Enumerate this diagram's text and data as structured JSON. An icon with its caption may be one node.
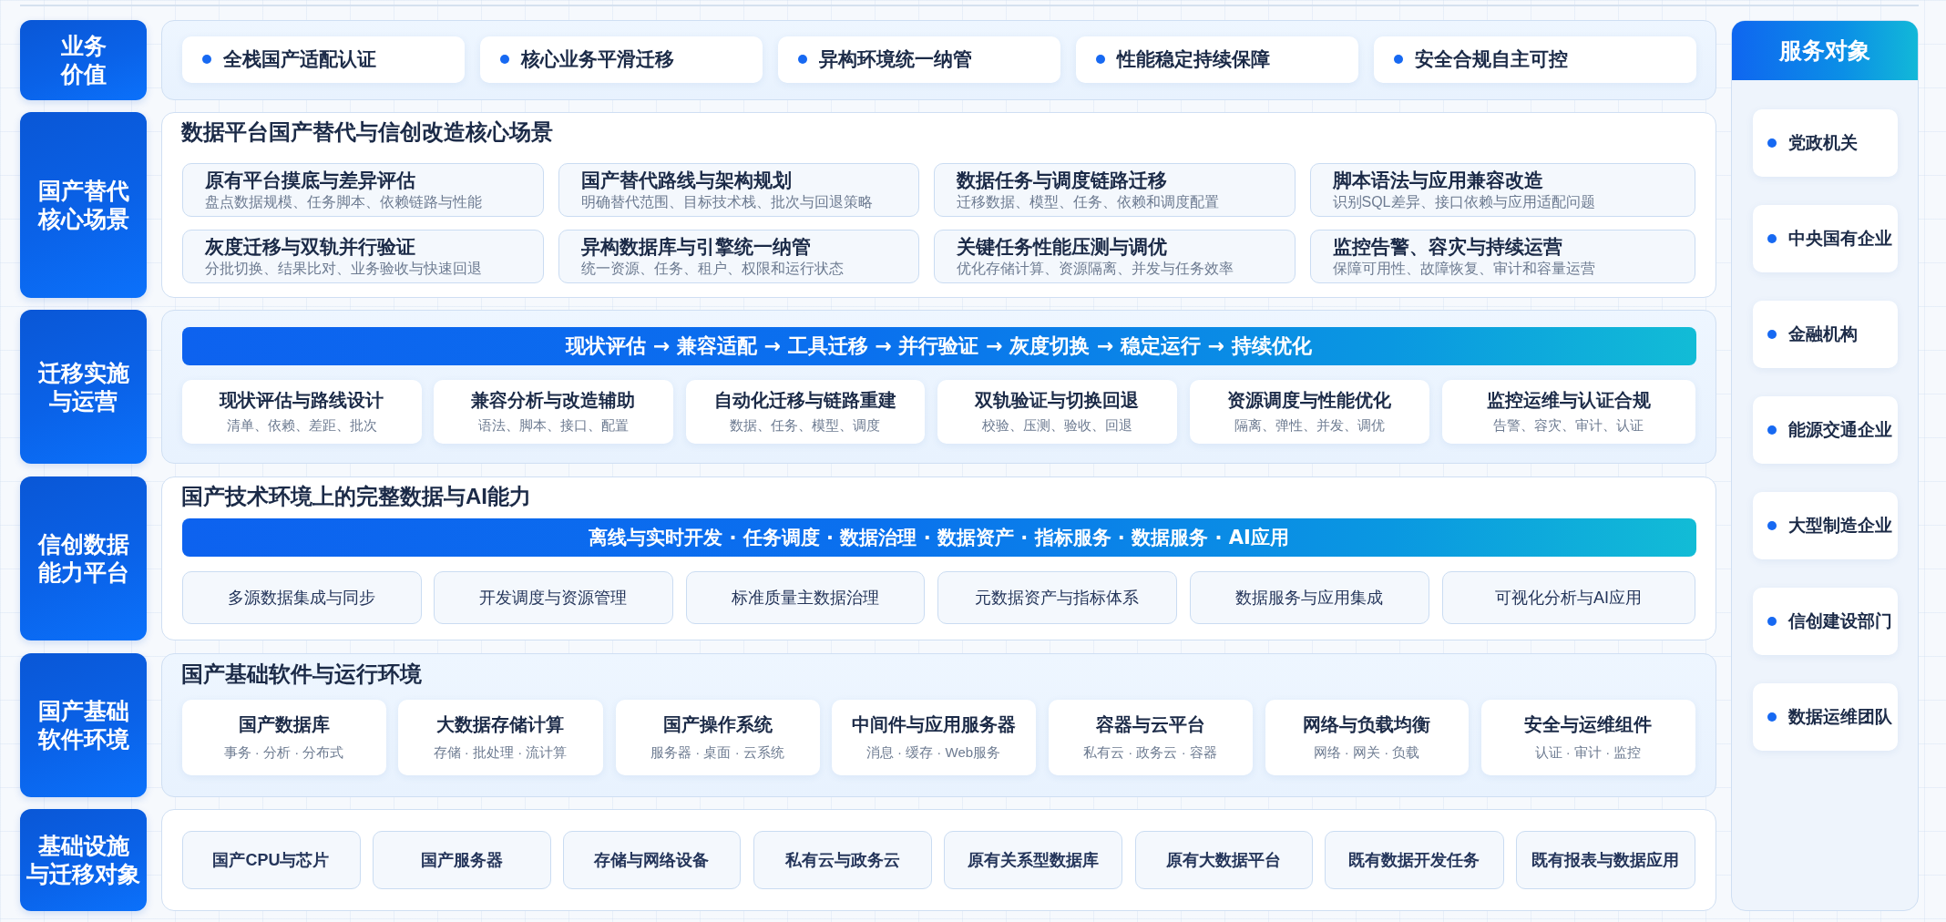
{
  "diagram": {
    "nodes": [
      {
        "text": [
          "业务价值"
        ]
      },
      {
        "text": [],
        "shape": "box"
      },
      {
        "text": [
          "全栈国产适配认证"
        ],
        "in": 1
      },
      {
        "text": [
          "核心业务平滑迁移"
        ],
        "in": 1
      },
      {
        "text": [
          "异构环境统一纳管"
        ],
        "in": 1
      },
      {
        "text": [
          "性能稳定持续保障"
        ],
        "in": 1
      },
      {
        "text": [
          "安全合规自主可控"
        ],
        "in": 1
      },
      {
        "text": [
          "国产替代核心场景"
        ]
      },
      {
        "text": [
          "数据平台国产替代与信创改造核心场景"
        ]
      },
      {
        "text": [
          "原有平台摸底与差异评估",
          "盘点数据规模、任务脚本、依赖链路与性能"
        ],
        "in": 8
      },
      {
        "text": [
          "国产替代路线与架构规划",
          "明确替代范围、目标技术栈、批次与回退策略"
        ],
        "in": 8
      },
      {
        "text": [
          "数据任务与调度链路迁移",
          "迁移数据、模型、任务、依赖和调度配置"
        ],
        "in": 8
      },
      {
        "text": [
          "脚本语法与应用兼容改造",
          "识别SQL差异、接口依赖与应用适配问题"
        ],
        "in": 8
      },
      {
        "text": [
          "灰度迁移与双轨并行验证",
          "分批切换、结果比对、业务验收与快速回退"
        ],
        "in": 8
      },
      {
        "text": [
          "异构数据库与引擎统一纳管",
          "统一资源、任务、租户、权限和运行状态"
        ],
        "in": 8
      },
      {
        "text": [
          "关键任务性能压测与调优",
          "优化存储计算、资源隔离、并发与任务效率"
        ],
        "in": 8
      },
      {
        "text": [
          "监控告警、容灾与持续运营",
          "保障可用性、故障恢复、审计和容量运营"
        ],
        "in": 8
      },
      {
        "text": [
          "迁移实施与运营"
        ]
      },
      {
        "text": [],
        "shape": "box"
      },
      {
        "text": [
          "现状评估 → 兼容适配 → 工具迁移 → 并行验证 → 灰度切换 → 稳定运行 → 持续优化"
        ],
        "in": 18
      },
      {
        "text": [
          "现状评估与路线设计",
          "清单、依赖、差距、批次"
        ],
        "in": 18
      },
      {
        "text": [
          "兼容分析与改造辅助",
          "语法、脚本、接口、配置"
        ],
        "in": 18
      },
      {
        "text": [
          "自动化迁移与链路重建",
          "数据、任务、模型、调度"
        ],
        "in": 18
      },
      {
        "text": [
          "双轨验证与切换回退",
          "校验、压测、验收、回退"
        ],
        "in": 18
      },
      {
        "text": [
          "资源调度与性能优化",
          "隔离、弹性、并发、调优"
        ],
        "in": 18
      },
      {
        "text": [
          "监控运维与认证合规",
          "告警、容灾、审计、认证"
        ],
        "in": 18
      },
      {
        "text": [
          "信创数据能力平台"
        ]
      },
      {
        "text": [
          "国产技术环境上的完整数据与AI能力"
        ]
      },
      {
        "text": [
          "离线与实时开发 · 任务调度 · 数据治理 · 数据资产 · 指标服务 · 数据服务 · AI应用"
        ],
        "in": 27
      },
      {
        "text": [
          "多源数据集成与同步"
        ],
        "in": 27
      },
      {
        "text": [
          "开发调度与资源管理"
        ],
        "in": 27
      },
      {
        "text": [
          "标准质量主数据治理"
        ],
        "in": 27
      },
      {
        "text": [
          "元数据资产与指标体系"
        ],
        "in": 27
      },
      {
        "text": [
          "数据服务与应用集成"
        ],
        "in": 27
      },
      {
        "text": [
          "可视化分析与AI应用"
        ],
        "in": 27
      },
      {
        "text": [
          "国产基础软件环境"
        ]
      },
      {
        "text": [
          "国产基础软件与运行环境"
        ]
      },
      {
        "text": [
          "国产数据库",
          "事务 · 分析 · 分布式"
        ],
        "in": 36
      },
      {
        "text": [
          "大数据存储计算",
          "存储 · 批处理 · 流计算"
        ],
        "in": 36
      },
      {
        "text": [
          "国产操作系统",
          "服务器 · 桌面 · 云系统"
        ],
        "in": 36
      },
      {
        "text": [
          "中间件与应用服务器",
          "消息 · 缓存 · Web服务"
        ],
        "in": 36
      },
      {
        "text": [
          "容器与云平台",
          "私有云 · 政务云 · 容器"
        ],
        "in": 36
      },
      {
        "text": [
          "网络与负载均衡",
          "网络 · 网关 · 负载"
        ],
        "in": 36
      },
      {
        "text": [
          "安全与运维组件",
          "认证 · 审计 · 监控"
        ],
        "in": 36
      },
      {
        "text": [
          "基础设施与迁移对象"
        ]
      },
      {
        "text": [],
        "shape": "box"
      },
      {
        "text": [
          "国产CPU与芯片"
        ],
        "in": 45
      },
      {
        "text": [
          "国产服务器"
        ],
        "in": 45
      },
      {
        "text": [
          "存储与网络设备"
        ],
        "in": 45
      },
      {
        "text": [
          "私有云与政务云"
        ],
        "in": 45
      },
      {
        "text": [
          "原有关系型数据库"
        ],
        "in": 45
      },
      {
        "text": [
          "原有大数据平台"
        ],
        "in": 45
      },
      {
        "text": [
          "既有数据开发任务"
        ],
        "in": 45
      },
      {
        "text": [
          "既有报表与数据应用"
        ],
        "in": 45
      },
      {
        "text": [
          "服务对象"
        ]
      },
      {
        "text": [
          "党政机关"
        ],
        "in": 54
      },
      {
        "text": [
          "中央国有企业"
        ],
        "in": 54
      },
      {
        "text": [
          "金融机构"
        ],
        "in": 54
      },
      {
        "text": [
          "能源交通企业"
        ],
        "in": 54
      },
      {
        "text": [
          "大型制造企业"
        ],
        "in": 54
      },
      {
        "text": [
          "信创建设部门"
        ],
        "in": 54
      },
      {
        "text": [
          "数据运维团队"
        ],
        "in": 54
      }
    ]
  }
}
